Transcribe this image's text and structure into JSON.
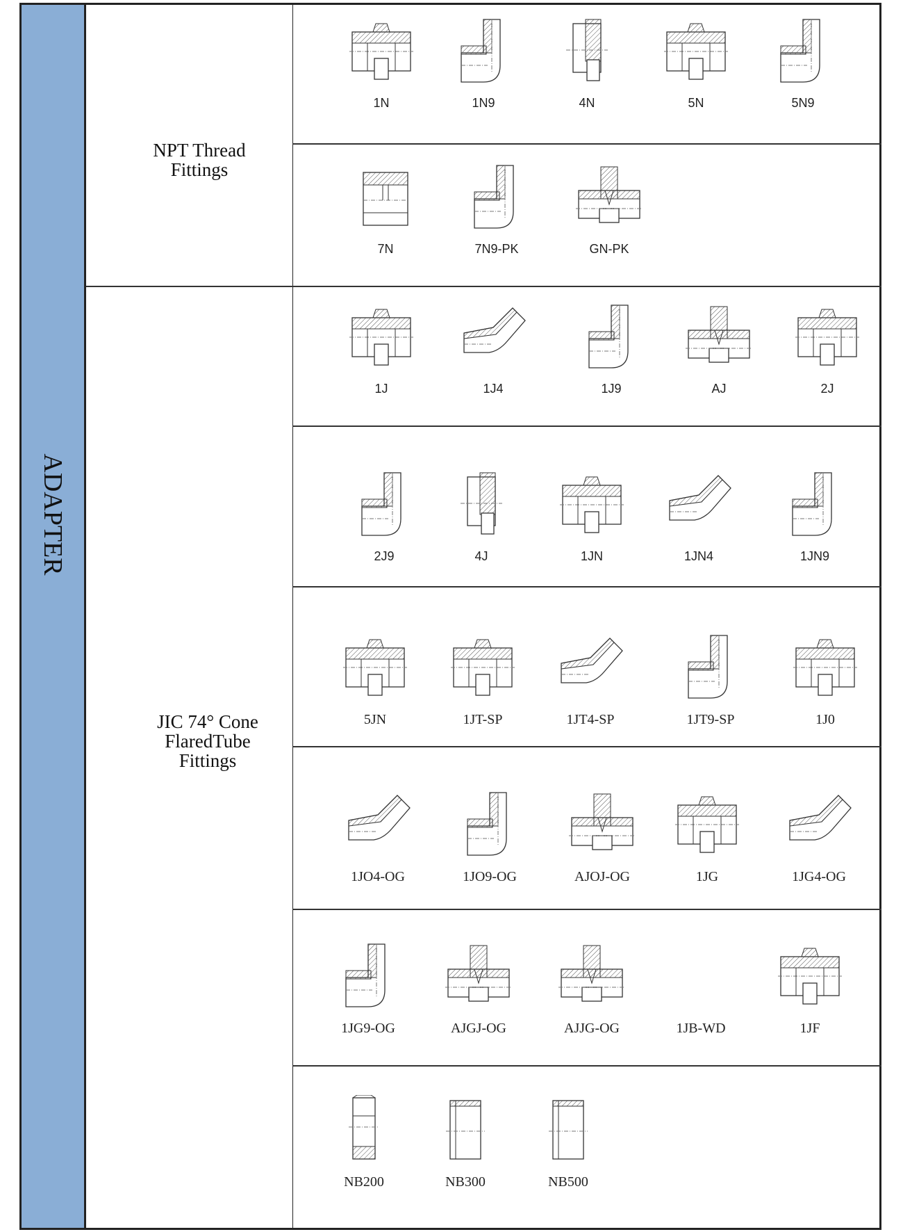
{
  "category": "ADAPTER",
  "sections": [
    {
      "title_lines": [
        "NPT Thread",
        "Fittings"
      ],
      "rows": [
        [
          {
            "code": "1N",
            "icon": "straight"
          },
          {
            "code": "1N9",
            "icon": "elbow"
          },
          {
            "code": "4N",
            "icon": "plug"
          },
          {
            "code": "5N",
            "icon": "straight"
          },
          {
            "code": "5N9",
            "icon": "elbow"
          }
        ],
        [
          {
            "code": "7N",
            "icon": "coupling"
          },
          {
            "code": "7N9-PK",
            "icon": "elbow"
          },
          {
            "code": "GN-PK",
            "icon": "tee"
          }
        ]
      ]
    },
    {
      "title_lines": [
        "JIC 74° Cone",
        "FlaredTube",
        "Fittings"
      ],
      "rows": [
        [
          {
            "code": "1J",
            "icon": "straight"
          },
          {
            "code": "1J4",
            "icon": "elbow45"
          },
          {
            "code": "1J9",
            "icon": "elbow"
          },
          {
            "code": "AJ",
            "icon": "tee"
          },
          {
            "code": "2J",
            "icon": "straight"
          }
        ],
        [
          {
            "code": "2J9",
            "icon": "elbow"
          },
          {
            "code": "4J",
            "icon": "plug"
          },
          {
            "code": "1JN",
            "icon": "straight"
          },
          {
            "code": "1JN4",
            "icon": "elbow45"
          },
          {
            "code": "1JN9",
            "icon": "elbow"
          }
        ],
        [
          {
            "code": "5JN",
            "icon": "straight"
          },
          {
            "code": "1JT-SP",
            "icon": "straight"
          },
          {
            "code": "1JT4-SP",
            "icon": "elbow45"
          },
          {
            "code": "1JT9-SP",
            "icon": "elbow"
          },
          {
            "code": "1J0",
            "icon": "straight"
          }
        ],
        [
          {
            "code": "1JO4-OG",
            "icon": "elbow45"
          },
          {
            "code": "1JO9-OG",
            "icon": "elbow"
          },
          {
            "code": "AJOJ-OG",
            "icon": "tee"
          },
          {
            "code": "1JG",
            "icon": "straight"
          },
          {
            "code": "1JG4-OG",
            "icon": "elbow45"
          }
        ],
        [
          {
            "code": "1JG9-OG",
            "icon": "elbow"
          },
          {
            "code": "AJGJ-OG",
            "icon": "tee"
          },
          {
            "code": "AJJG-OG",
            "icon": "tee"
          },
          {
            "code": "1JB-WD",
            "icon": ""
          },
          {
            "code": "1JF",
            "icon": "straight"
          }
        ],
        [
          {
            "code": "NB200",
            "icon": "nut"
          },
          {
            "code": "NB300",
            "icon": "sleeve"
          },
          {
            "code": "NB500",
            "icon": "sleeve"
          }
        ]
      ]
    }
  ]
}
